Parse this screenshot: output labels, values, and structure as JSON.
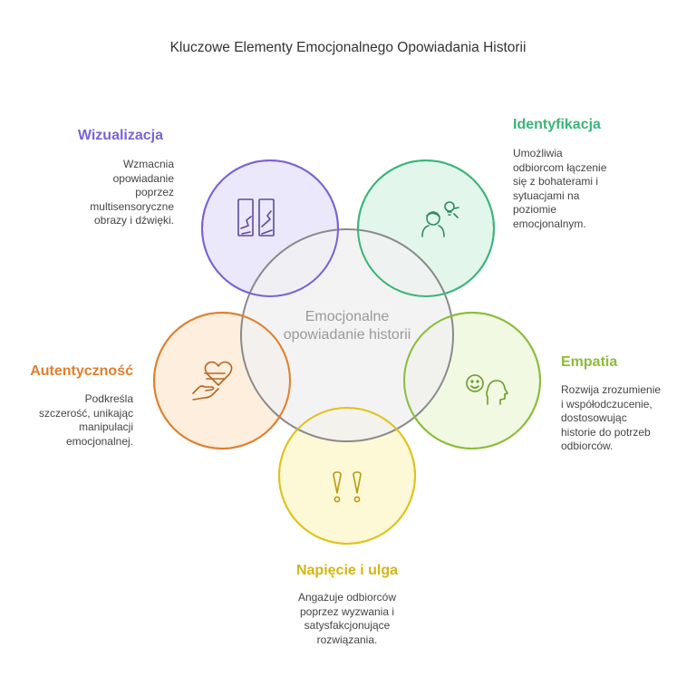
{
  "title": "Kluczowe Elementy Emocjonalnego Opowiadania Historii",
  "center": {
    "label": "Emocjonalne opowiadanie historii"
  },
  "colors": {
    "wizualizacja": "#7b62d6",
    "identyfikacja": "#3ab57a",
    "empatia": "#8bbd3a",
    "napiecie": "#e0c21e",
    "autentycznosc": "#e07f2e",
    "center": "#8a8a8a"
  },
  "elements": {
    "wizualizacja": {
      "heading": "Wizualizacja",
      "lines": [
        "Wzmacnia",
        "opowiadanie",
        "poprzez",
        "multisensoryczne",
        "obrazy i dźwięki."
      ],
      "icon": "movie-frames-icon"
    },
    "identyfikacja": {
      "heading": "Identyfikacja",
      "lines": [
        "Umożliwia",
        "odbiorcom łączenie",
        "się z bohaterami i",
        "sytuacjami na",
        "poziomie",
        "emocjonalnym."
      ],
      "icon": "person-idea-icon"
    },
    "empatia": {
      "heading": "Empatia",
      "lines": [
        "Rozwija zrozumienie",
        "i współodczucenie,",
        "dostosowując",
        "historie do potrzeb",
        "odbiorców."
      ],
      "icon": "smile-head-icon"
    },
    "napiecie": {
      "heading": "Napięcie i ulga",
      "lines": [
        "Angażuje odbiorców",
        "poprzez wyzwania i",
        "satysfakcjonujące",
        "rozwiązania."
      ],
      "icon": "exclamation-marks-icon"
    },
    "autentycznosc": {
      "heading": "Autentyczność",
      "lines": [
        "Podkreśla",
        "szczerość, unikając",
        "manipulacji",
        "emocjonalnej."
      ],
      "icon": "heart-hand-icon"
    }
  }
}
